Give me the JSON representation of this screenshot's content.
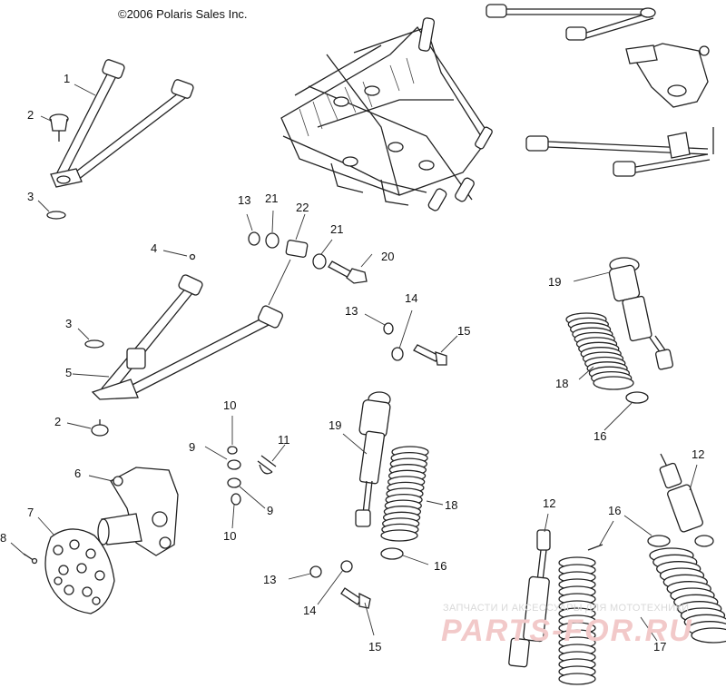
{
  "diagram": {
    "copyright": "©2006 Polaris Sales Inc.",
    "watermark": {
      "small": "ЗАПЧАСТИ И АКСЕССУАРЫ ДЛЯ МОТОТЕХНИКИ",
      "large": "PARTS-FOR.RU"
    },
    "callouts": [
      "1",
      "2",
      "3",
      "4",
      "3",
      "5",
      "2",
      "6",
      "7",
      "8",
      "13",
      "21",
      "22",
      "21",
      "20",
      "13",
      "14",
      "15",
      "10",
      "9",
      "11",
      "9",
      "10",
      "19",
      "18",
      "16",
      "13",
      "14",
      "15",
      "19",
      "18",
      "16",
      "12",
      "12",
      "16",
      "17"
    ]
  }
}
